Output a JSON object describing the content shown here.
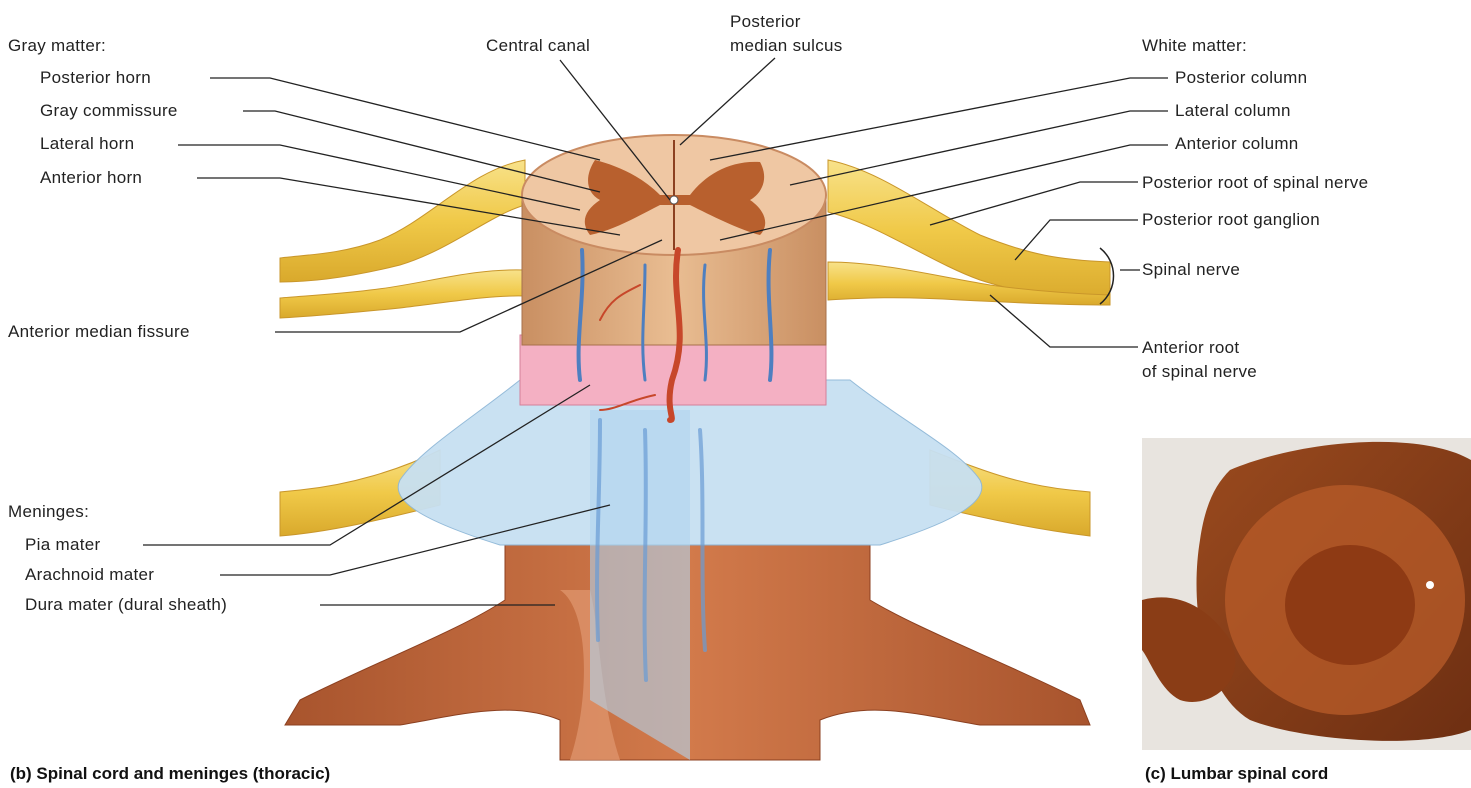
{
  "labels": {
    "gray_matter": "Gray matter:",
    "posterior_horn": "Posterior horn",
    "gray_commissure": "Gray commissure",
    "lateral_horn": "Lateral horn",
    "anterior_horn": "Anterior horn",
    "central_canal": "Central canal",
    "posterior_median_sulcus_1": "Posterior",
    "posterior_median_sulcus_2": "median sulcus",
    "white_matter": "White matter:",
    "posterior_column": "Posterior column",
    "lateral_column": "Lateral column",
    "anterior_column": "Anterior column",
    "posterior_root_spinal_nerve": "Posterior root of spinal nerve",
    "posterior_root_ganglion": "Posterior root ganglion",
    "spinal_nerve": "Spinal nerve",
    "anterior_root_1": "Anterior root",
    "anterior_root_2": "of spinal nerve",
    "anterior_median_fissure": "Anterior median fissure",
    "meninges": "Meninges:",
    "pia_mater": "Pia mater",
    "arachnoid_mater": "Arachnoid mater",
    "dura_mater": "Dura mater (dural sheath)"
  },
  "captions": {
    "b": "(b) Spinal cord and meninges (thoracic)",
    "c": "(c) Lumbar spinal cord"
  },
  "colors": {
    "nerve": "#f2cf52",
    "cord": "#e7b48a",
    "gray_matter": "#b5612f",
    "pia": "#ef9db5",
    "arachnoid": "#bcd9ef",
    "dura": "#c0683e",
    "artery": "#c7472a",
    "vein": "#4e7fc0"
  }
}
